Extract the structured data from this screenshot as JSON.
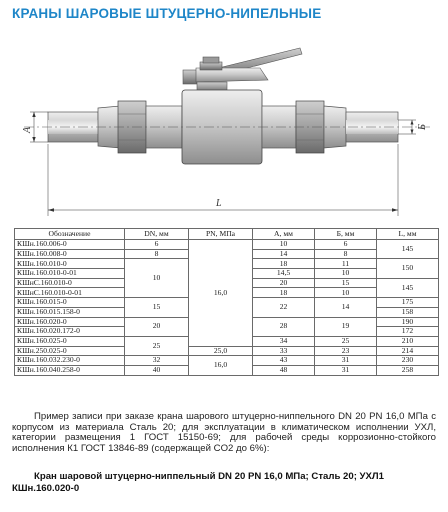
{
  "title": "КРАНЫ ШАРОВЫЕ ШТУЦЕРНО-НИПЕЛЬНЫЕ",
  "drawing": {
    "label_A": "A",
    "label_B": "Б",
    "label_L": "L"
  },
  "table": {
    "headers": [
      "Обозначение",
      "DN, мм",
      "PN, МПа",
      "А, мм",
      "Б, мм",
      "L, мм"
    ],
    "rows": [
      [
        "КШн.160.006-0",
        "6",
        "",
        "10",
        "6",
        "145"
      ],
      [
        "КШн.160.008-0",
        "8",
        "",
        "14",
        "8",
        ""
      ],
      [
        "КШн.160.010-0",
        "",
        "",
        "18",
        "11",
        "150"
      ],
      [
        "КШн.160.010-0-01",
        "10",
        "",
        "14,5",
        "10",
        ""
      ],
      [
        "КШнС.160.010-0",
        "",
        "",
        "20",
        "15",
        "145"
      ],
      [
        "КШнС.160.010-0-01",
        "",
        "16,0",
        "18",
        "10",
        ""
      ],
      [
        "КШн.160.015-0",
        "15",
        "",
        "22",
        "14",
        "175"
      ],
      [
        "КШн.160.015.158-0",
        "",
        "",
        "",
        "",
        "158"
      ],
      [
        "КШн.160.020-0",
        "20",
        "",
        "28",
        "19",
        "190"
      ],
      [
        "КШн.160.020.172-0",
        "",
        "",
        "",
        "",
        "172"
      ],
      [
        "КШн.160.025-0",
        "25",
        "",
        "34",
        "25",
        "210"
      ],
      [
        "КШн.250.025-0",
        "",
        "25,0",
        "33",
        "23",
        "214"
      ],
      [
        "КШн.160.032.230-0",
        "32",
        "16,0",
        "43",
        "31",
        "230"
      ],
      [
        "КШн.160.040.258-0",
        "40",
        "",
        "48",
        "31",
        "258"
      ]
    ]
  },
  "note": "Пример записи при заказе крана шарового штуцерно-ниппельного DN 20 PN 16,0 МПа с корпусом из материала Сталь 20; для эксплуатации в климатическом исполнении УХЛ, категории размещения 1 ГОСТ 15150-69; для рабочей среды коррозионно-стойкого исполнения К1 ГОСТ 13846-89 (содержащей CO2 до 6%):",
  "example": "Кран шаровой штуцерно-ниппельный DN 20 PN 16,0 МПа; Сталь 20; УХЛ1 КШн.160.020-0"
}
